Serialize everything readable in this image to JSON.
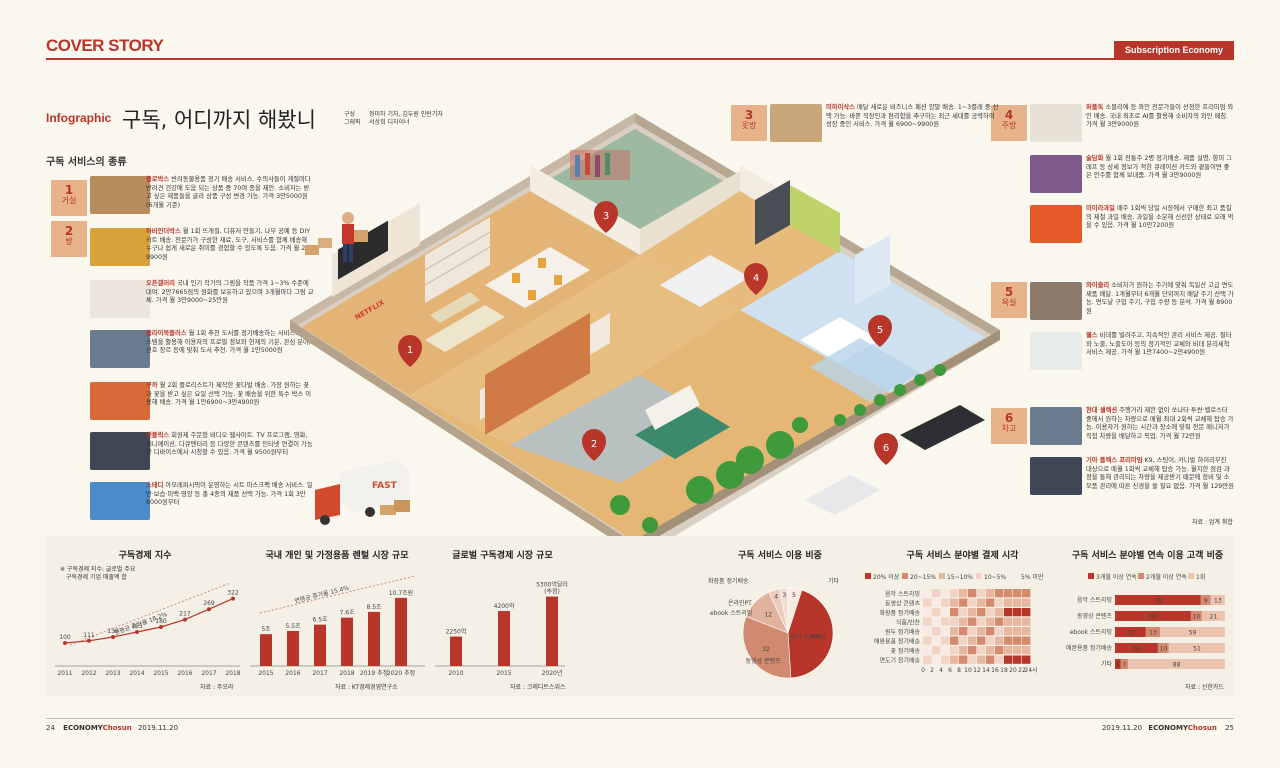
{
  "header": {
    "section": "COVER STORY",
    "badge": "Subscription Economy"
  },
  "title": {
    "kicker": "Infographic",
    "main": "구독, 어디까지 해봤니",
    "credit_label1": "구성",
    "credit_label2": "그래픽",
    "credit1": "정미하 기자, 김두원 인턴기자",
    "credit2": "서상희 디자이너"
  },
  "types_title": "구독 서비스의 종류",
  "rooms": {
    "living": "거실",
    "bed": "방",
    "closet": "옷방",
    "kitchen": "주방",
    "bath": "욕실",
    "car": "차고"
  },
  "room_nums": [
    "1",
    "2",
    "3",
    "4",
    "5",
    "6"
  ],
  "left_items": [
    {
      "name": "플로박스",
      "text": "반려동물용품 정기 배송 서비스. 수의사들이 계절마다 반려견 건강에 도움 되는 상품 중 70여 종을 제안. 소비자는 받고 싶은 제품들을 골라 상품 구성 변경 가능. 가격 3만5000원(6개월 기준)"
    },
    {
      "name": "하비인더박스",
      "text": "월 1회 뜨개질, 디퓨저 만들기, 나무 공예 등 DIY 키트 배송. 전문가가 구성한 재료, 도구, 서비스를 함께 배송해 누구나 쉽게 새로운 취미를 경험할 수 있도록 도움. 가격 월 2만9900원"
    },
    {
      "name": "오픈갤러리",
      "text": "국내 인기 작가의 그림을 작품 가격 1~3% 수준에 대여. 2만7665점의 원화를 보유하고 있으며 3개월마다 그림 교체. 가격 월 3만9000~25만원"
    },
    {
      "name": "플라이북플러스",
      "text": "월 1회 추천 도서를 정기배송하는 서비스. AI 시스템을 활용해 이용자의 프로필 정보와 현재의 기분, 관심 분야, 선호 장르 등에 맞춰 도서 추천. 가격 월 1만5000원"
    },
    {
      "name": "꾸까",
      "text": "월 2회 플로리스트가 제작한 꽃다발 배송. 가장 원하는 꽃과 꽃을 받고 싶은 요일 선택 가능. 꽃 배송을 위한 특수 박스 이용해 배송. 가격 월 1만6900~3만4900원"
    },
    {
      "name": "넷플릭스",
      "text": "회원제 주문형 비디오 웹사이트. TV 프로그램, 영화, 애니메이션, 다큐멘터리 등 다양한 콘텐츠를 인터넷 연결이 가능한 디바이스에서 시청할 수 있음. 가격 월 9500원부터"
    },
    {
      "name": "스테디",
      "text": "아모레퍼시픽이 운영하는 시트 마스크팩 배송 서비스. 일반·보습·미백·영양 등 총 4종의 제품 선택 가능. 가격 1회 3만8000원부터"
    }
  ],
  "right_items": [
    {
      "name": "미하이삭스",
      "text": "매달 새로운 비즈니스 패션 양말 배송. 1~3켤레 중 선택 가능. 바쁜 직장인과 편리함을 추구하는 최근 세대를 공략하여 성장 중인 서비스. 가격 월 6900~9900원"
    },
    {
      "name": "퍼플독",
      "text": "소믈리에 등 와인 전문가들이 선정한 프리미엄 와인 배송. 국내 최초로 AI를 활용해 소비자의 와인 매칭. 가격 월 3만9000원"
    },
    {
      "name": "술담화",
      "text": "월 1회 전통주 2병 정기배송. 제품 설명, 향미 그래프 등 상세 정보가 적힌 큐레이션 카드와 곁들이면 좋은 안주를 함께 보내줌. 가격 월 3만9000원"
    },
    {
      "name": "미이라과일",
      "text": "매주 1회씩 당일 시장에서 구매한 최고 품질의 제철 과일 배송. 과일을 소분해 신선한 상태로 오래 먹을 수 있음. 가격 월 10만7200원"
    },
    {
      "name": "와이즐리",
      "text": "소비자가 원하는 주기에 맞춰 독일산 고급 면도 제품 배달. 1개월부터 6개월 단위까지 배달 주기 선택 가능. 면도날 구입 주기, 구입 수량 등 분석. 가격 월 8900원"
    },
    {
      "name": "웰스",
      "text": "비데를 빌려주고, 지속적인 관리 서비스 제공. 필터와 노즐, 노즐도어 등의 정기적인 교체와 비데 분리세척 서비스 제공. 가격 월 1만7400~2만4900원"
    },
    {
      "name": "현대 셀렉션",
      "text": "주행거리 제한 없이 쏘나타·투싼·벨로스터 중에서 원하는 차량으로 매월 최대 2회씩 교체해 탑승 가능. 이용자가 원하는 시간과 장소에 맞춰 전문 매니저가 직접 차량을 배달하고 픽업. 가격 월 72만원"
    },
    {
      "name": "기아 플렉스 프리미엄",
      "text": "K9, 스팅어, 카니발 하이리무진 대상으로 매월 1회씩 교체해 탑승 가능. 월지한 점검 과정을 통해 관리되는 차량을 제공받기 때문에 정비 및 소모품 관리에 따른 신경을 쓸 필요 없음. 가격 월 129만원"
    }
  ],
  "source_top": "자료 : 업계 취합",
  "chart_data": [
    {
      "type": "line",
      "title": "구독경제 지수",
      "note1": "※ 구독경제 지수: 글로벌 주요",
      "note2": "구독경제 기업 매출액 합",
      "categories": [
        "2011",
        "2012",
        "2013",
        "2014",
        "2015",
        "2016",
        "2017",
        "2018"
      ],
      "values": [
        100,
        111,
        130,
        155,
        180,
        217,
        269,
        322
      ],
      "annotation": "연평균 증가율 18.2%",
      "source": "자료 : 주오라"
    },
    {
      "type": "bar",
      "title": "국내 개인 및 가정용품 렌털 시장 규모",
      "categories": [
        "2015",
        "2016",
        "2017",
        "2018",
        "2019 추정",
        "2020 추정"
      ],
      "value_labels": [
        "5조",
        "5.5조",
        "6.5조",
        "7.6조",
        "8.5조",
        "10.7조원"
      ],
      "values": [
        5,
        5.5,
        6.5,
        7.6,
        8.5,
        10.7
      ],
      "annotation": "연평균 증가율 15.4%",
      "source": "자료 : KT경제경영연구소"
    },
    {
      "type": "bar",
      "title": "글로벌 구독경제 시장 규모",
      "categories": [
        "2010",
        "2015",
        "2020년"
      ],
      "value_labels": [
        "2250억",
        "4200억",
        "5300억달러 (추정)"
      ],
      "values": [
        2250,
        4200,
        5300
      ],
      "source": "자료 : 크레디트스위스"
    },
    {
      "type": "pie",
      "title": "구독 서비스 이용 비중",
      "slices": [
        {
          "label": "음악 스트리밍",
          "value": 44
        },
        {
          "label": "동영상 콘텐츠",
          "value": 32
        },
        {
          "label": "ebook 스트리밍",
          "value": 12
        },
        {
          "label": "온라인PT",
          "value": 4
        },
        {
          "label": "화장품 정기배송",
          "value": 3
        },
        {
          "label": "기타",
          "value": 5
        }
      ]
    },
    {
      "type": "bar",
      "title": "구독 서비스 분야별 결제 시각",
      "legend": [
        "20% 이상",
        "20~15%",
        "15~10%",
        "10~5%",
        "5% 미만"
      ],
      "categories": [
        "음악 스트리밍",
        "동영상 콘텐츠",
        "화장품 정기배송",
        "식품/반찬",
        "원두 정기배송",
        "애완용품 정기배송",
        "꽃 정기배송",
        "면도기 정기배송"
      ],
      "x_ticks": [
        "0",
        "2",
        "4",
        "6",
        "8",
        "10",
        "12",
        "14",
        "16",
        "18",
        "20",
        "22",
        "24시"
      ]
    },
    {
      "type": "bar",
      "title": "구독 서비스 분야별 연속 이용 고객 비중",
      "legend": [
        "3개월 이상 연속",
        "2개월 이상 연속",
        "1회"
      ],
      "categories": [
        "음악 스트리밍",
        "동영상 콘텐츠",
        "ebook 스트리밍",
        "애완용품 정기배송",
        "기타"
      ],
      "series": [
        {
          "name": "3개월 이상 연속",
          "values": [
            78,
            69,
            28,
            39,
            5
          ]
        },
        {
          "name": "2개월 이상 연속",
          "values": [
            9,
            10,
            13,
            10,
            7
          ]
        },
        {
          "name": "1회",
          "values": [
            13,
            21,
            59,
            51,
            88
          ]
        }
      ],
      "source": "자료 : 신한카드"
    }
  ],
  "footer": {
    "left_page": "24",
    "brand_a": "ECONOMY",
    "brand_b": "Chosun",
    "date": "2019.11.20",
    "right_page": "25"
  },
  "scene": {
    "tv_text": "NETFLIX",
    "truck_text": "FAST"
  },
  "colors": {
    "accent": "#b8352a",
    "tag": "#e8b38a",
    "floor": "#e4b774"
  }
}
